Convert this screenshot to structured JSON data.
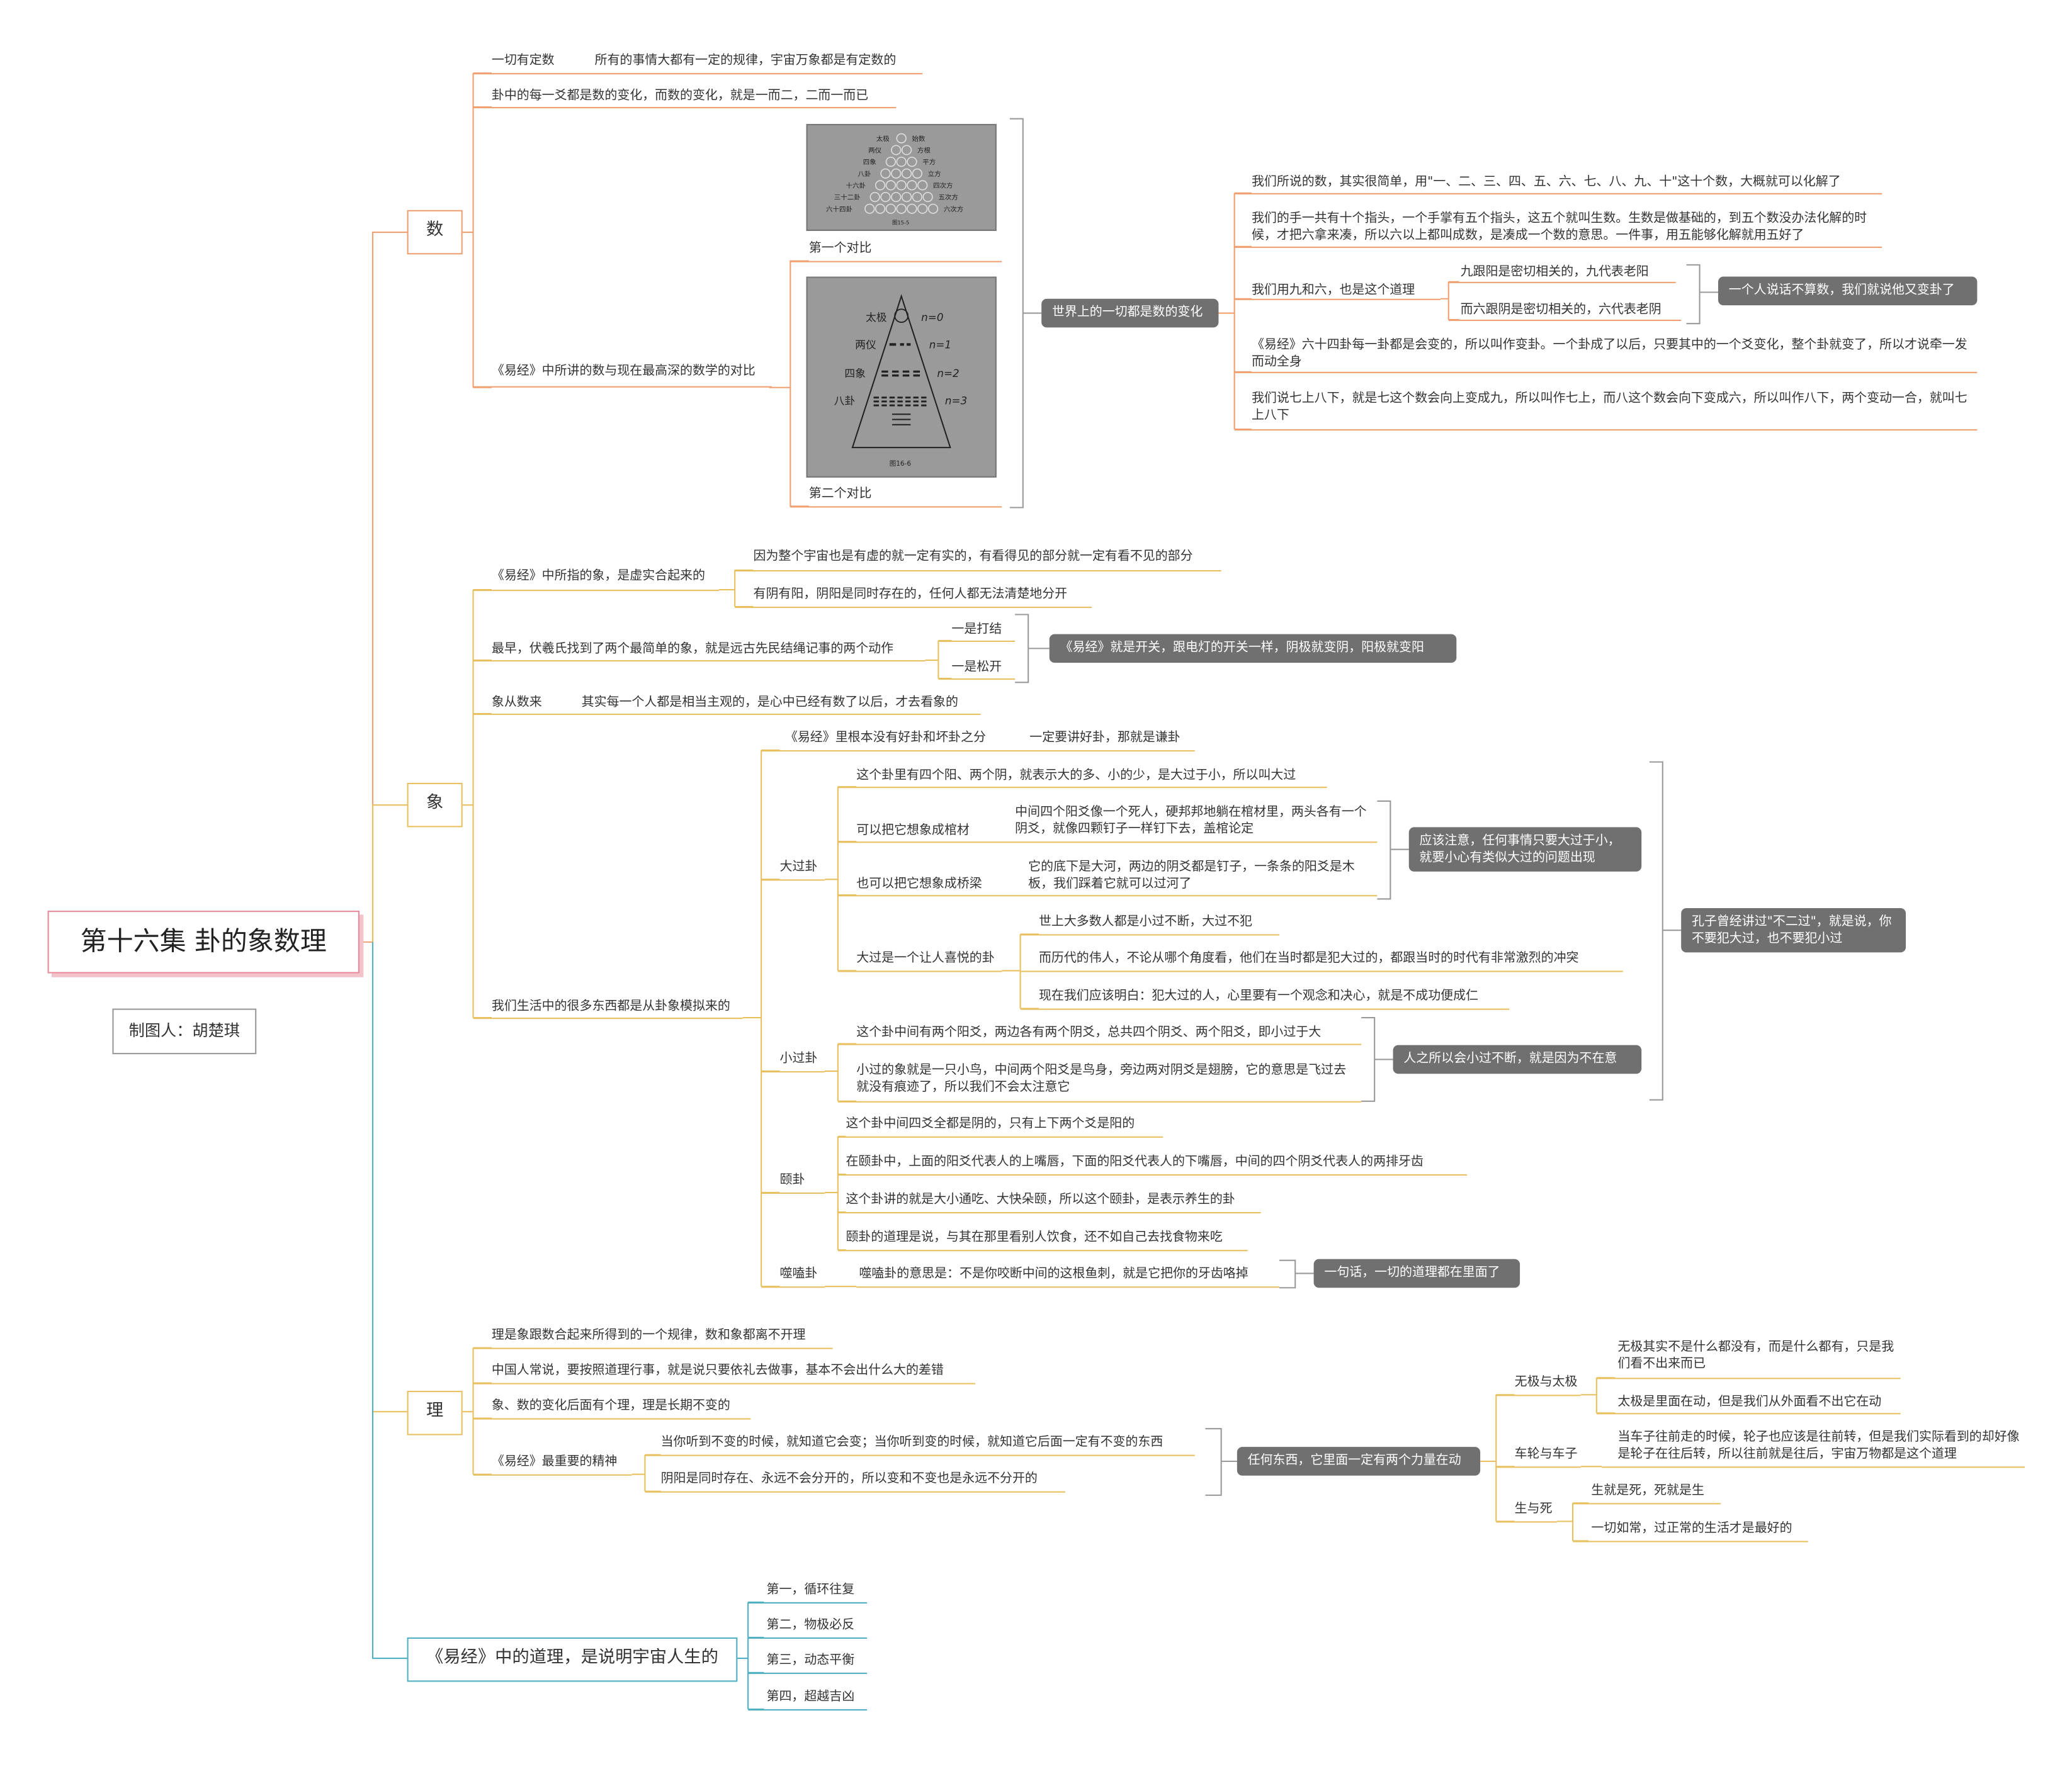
{
  "title": "第十六集  卦的象数理",
  "author": "制图人：胡楚琪",
  "shu": {
    "label": "数",
    "n1_label": "一切有定数",
    "n1_detail": "所有的事情大都有一定的规律，宇宙万象都是有定数的",
    "n2": "卦中的每一爻都是数的变化，而数的变化，就是一而二，二而一而已",
    "n3": "《易经》中所讲的数与现在最高深的数学的对比",
    "cap1": "第一个对比",
    "cap2": "第二个对比",
    "photo1": {
      "rows": [
        [
          "太极",
          "始数"
        ],
        [
          "两仪",
          "方根"
        ],
        [
          "四象",
          "平方"
        ],
        [
          "八卦",
          "立方"
        ],
        [
          "十六卦",
          "四次方"
        ],
        [
          "三十二卦",
          "五次方"
        ],
        [
          "六十四卦",
          "六次方"
        ]
      ],
      "fig": "图15-5"
    },
    "photo2": {
      "labels": [
        "太极",
        "两仪",
        "四象",
        "八卦"
      ],
      "ns": [
        "n=0",
        "n=1",
        "n=2",
        "n=3"
      ],
      "fig": "图16-6"
    },
    "summary": "世界上的一切都是数的变化",
    "s1": "我们所说的数，其实很简单，用\"一、二、三、四、五、六、七、八、九、十\"这十个数，大概就可以化解了",
    "s2": "我们的手一共有十个指头，一个手掌有五个指头，这五个就叫生数。生数是做基础的，到五个数没办法化解的时候，才把六拿来凑，所以六以上都叫成数，是凑成一个数的意思。一件事，用五能够化解就用五好了",
    "s3": "我们用九和六，也是这个道理",
    "s3a": "九跟阳是密切相关的，九代表老阳",
    "s3b": "而六跟阴是密切相关的，六代表老阴",
    "s3_summary": "一个人说话不算数，我们就说他又变卦了",
    "s4": "《易经》六十四卦每一卦都是会变的，所以叫作变卦。一个卦成了以后，只要其中的一个爻变化，整个卦就变了，所以才说牵一发而动全身",
    "s5": "我们说七上八下，就是七这个数会向上变成九，所以叫作七上，而八这个数会向下变成六，所以叫作八下，两个变动一合，就叫七上八下"
  },
  "xiang": {
    "label": "象",
    "a": "《易经》中所指的象，是虚实合起来的",
    "a1": "因为整个宇宙也是有虚的就一定有实的，有看得见的部分就一定有看不见的部分",
    "a2": "有阴有阳，阴阳是同时存在的，任何人都无法清楚地分开",
    "b": "最早，伏羲氏找到了两个最简单的象，就是远古先民结绳记事的两个动作",
    "b1": "一是打结",
    "b2": "一是松开",
    "b_summary": "《易经》就是开关，跟电灯的开关一样，阴极就变阴，阳极就变阳",
    "c_label": "象从数来",
    "c_detail": "其实每一个人都是相当主观的，是心中已经有数了以后，才去看象的",
    "d": "我们生活中的很多东西都是从卦象模拟来的",
    "d1": "《易经》里根本没有好卦和坏卦之分",
    "d1a": "一定要讲好卦，那就是谦卦",
    "dg": "大过卦",
    "dg1": "这个卦里有四个阳、两个阴，就表示大的多、小的少，是大过于小，所以叫大过",
    "dg2": "可以把它想象成棺材",
    "dg2a": "中间四个阳爻像一个死人，硬邦邦地躺在棺材里，两头各有一个阴爻，就像四颗钉子一样钉下去，盖棺论定",
    "dg3": "也可以把它想象成桥梁",
    "dg3a": "它的底下是大河，两边的阴爻都是钉子，一条条的阳爻是木板，我们踩着它就可以过河了",
    "dg_summary": "应该注意，任何事情只要大过于小，就要小心有类似大过的问题出现",
    "dg4": "大过是一个让人喜悦的卦",
    "dg4a": "世上大多数人都是小过不断，大过不犯",
    "dg4b": "而历代的伟人，不论从哪个角度看，他们在当时都是犯大过的，都跟当时的时代有非常激烈的冲突",
    "dg4c": "现在我们应该明白：犯大过的人，心里要有一个观念和决心，就是不成功便成仁",
    "xg": "小过卦",
    "xg1": "这个卦中间有两个阳爻，两边各有两个阴爻，总共四个阴爻、两个阳爻，即小过于大",
    "xg2": "小过的象就是一只小鸟，中间两个阳爻是鸟身，旁边两对阴爻是翅膀，它的意思是飞过去就没有痕迹了，所以我们不会太注意它",
    "xg_summary": "人之所以会小过不断，就是因为不在意",
    "big_summary": "孔子曾经讲过\"不二过\"，就是说，你不要犯大过，也不要犯小过",
    "yg": "颐卦",
    "yg1": "这个卦中间四爻全都是阴的，只有上下两个爻是阳的",
    "yg2": "在颐卦中，上面的阳爻代表人的上嘴唇，下面的阳爻代表人的下嘴唇，中间的四个阴爻代表人的两排牙齿",
    "yg3": "这个卦讲的就是大小通吃、大快朵颐，所以这个颐卦，是表示养生的卦",
    "yg4": "颐卦的道理是说，与其在那里看别人饮食，还不如自己去找食物来吃",
    "sh": "噬嗑卦",
    "sh1": "噬嗑卦的意思是：不是你咬断中间的这根鱼刺，就是它把你的牙齿咯掉",
    "sh_summary": "一句话，一切的道理都在里面了"
  },
  "li": {
    "label": "理",
    "a": "理是象跟数合起来所得到的一个规律，数和象都离不开理",
    "b": "中国人常说，要按照道理行事，就是说只要依礼去做事，基本不会出什么大的差错",
    "c": "象、数的变化后面有个理，理是长期不变的",
    "d": "《易经》最重要的精神",
    "d1": "当你听到不变的时候，就知道它会变；当你听到变的时候，就知道它后面一定有不变的东西",
    "d2": "阴阳是同时存在、永远不会分开的，所以变和不变也是永远不分开的",
    "summary": "任何东西，它里面一定有两个力量在动",
    "e1": "无极与太极",
    "e1a": "无极其实不是什么都没有，而是什么都有，只是我们看不出来而已",
    "e1b": "太极是里面在动，但是我们从外面看不出它在动",
    "e2": "车轮与车子",
    "e2a": "当车子往前走的时候，轮子也应该是往前转，但是我们实际看到的却好像是轮子在往后转，所以往前就是往后，宇宙万物都是这个道理",
    "e3": "生与死",
    "e3a": "生就是死，死就是生",
    "e3b": "一切如常，过正常的生活才是最好的"
  },
  "yijing": {
    "label": "《易经》中的道理，是说明宇宙人生的",
    "items": [
      "第一，循环往复",
      "第二，物极必反",
      "第三，动态平衡",
      "第四，超越吉凶"
    ]
  },
  "colors": {
    "shu": "#f0a070",
    "xiang": "#e8c060",
    "li": "#e8c060",
    "yijing": "#4fb0c4",
    "summary_bg": "#707070",
    "root_border": "#e88a9a"
  }
}
